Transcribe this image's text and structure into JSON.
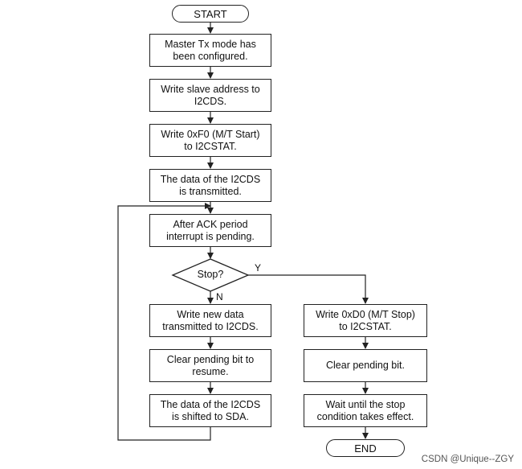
{
  "flowchart": {
    "start": "START",
    "end": "END",
    "steps": {
      "s1": "Master Tx mode has\nbeen configured.",
      "s2": "Write slave address to\nI2CDS.",
      "s3": "Write 0xF0 (M/T Start)\nto I2CSTAT.",
      "s4": "The data of the I2CDS\nis transmitted.",
      "s5": "After ACK period\ninterrupt is pending.",
      "left1": "Write new data\ntransmitted to I2CDS.",
      "left2": "Clear pending bit to\nresume.",
      "left3": "The data of the I2CDS\nis shifted to SDA.",
      "right1": "Write 0xD0 (M/T Stop)\nto I2CSTAT.",
      "right2": "Clear pending bit.",
      "right3": "Wait until the stop\ncondition takes effect."
    },
    "decision": "Stop?",
    "yes_label": "Y",
    "no_label": "N"
  },
  "watermark": "CSDN @Unique--ZGY"
}
